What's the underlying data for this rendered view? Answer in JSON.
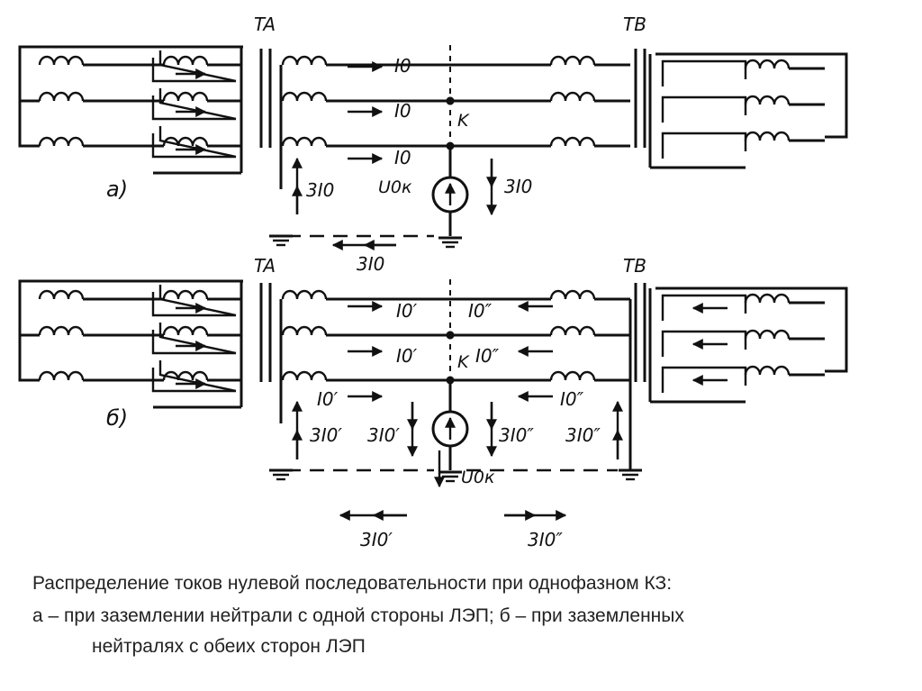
{
  "labels": {
    "panel_a": "а)",
    "panel_b": "б)",
    "transformer_a": "TA",
    "transformer_b": "TB",
    "fault_point": "K",
    "i0": "I0",
    "three_i0": "3I0",
    "u0k": "U0к",
    "i0_prime": "I0′",
    "i0_dprime": "I0″",
    "three_i0_prime": "3I0′",
    "three_i0_dprime": "3I0″"
  },
  "caption": {
    "title": "Распределение токов нулевой последовательности при однофазном КЗ:",
    "line2": "а – при заземлении нейтрали с одной стороны ЛЭП; б – при заземленных",
    "line3": "нейтралях с обеих сторон ЛЭП"
  }
}
